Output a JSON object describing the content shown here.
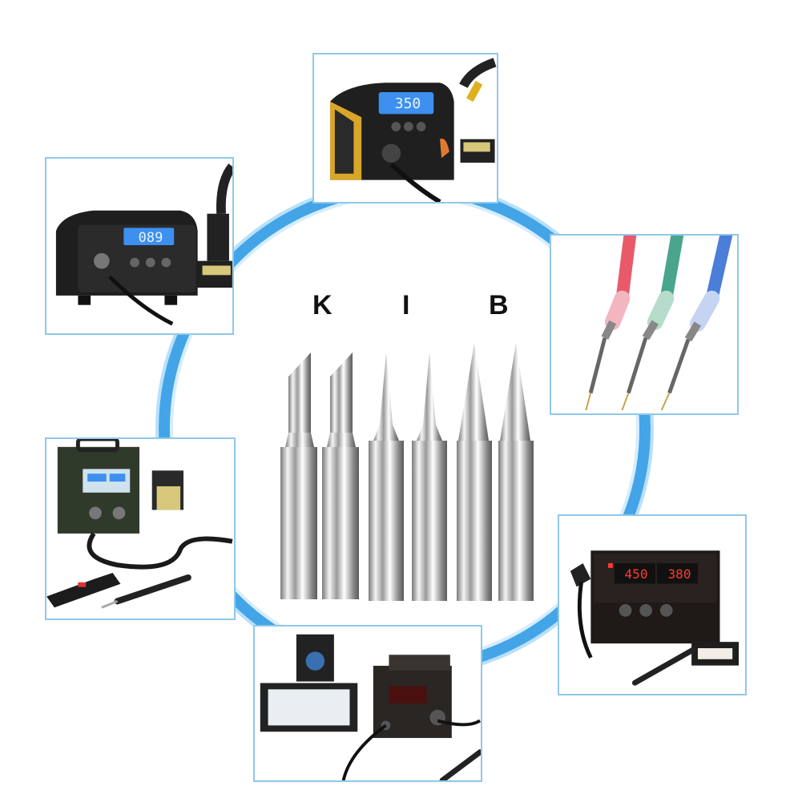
{
  "tip_labels": {
    "k": "K",
    "i": "I",
    "b": "B"
  },
  "station_displays": {
    "top": "350",
    "left": "089",
    "right_bottom_left": "450",
    "right_bottom_right": "380"
  },
  "colors": {
    "ring": "#2f9be6",
    "card_border": "#8fc8e8",
    "lcd_blue": "#3d8ff0",
    "led_red": "#ff3b2f",
    "station_black": "#1c1c1c",
    "accent_yellow": "#e0b020"
  },
  "icons": {
    "top": "soldering-station-icon",
    "left": "digital-soldering-station-icon",
    "right_top": "soldering-pens-icon",
    "left_bottom": "hot-air-station-icon",
    "right_bottom": "rework-station-icon",
    "bottom": "analog-station-icon"
  }
}
